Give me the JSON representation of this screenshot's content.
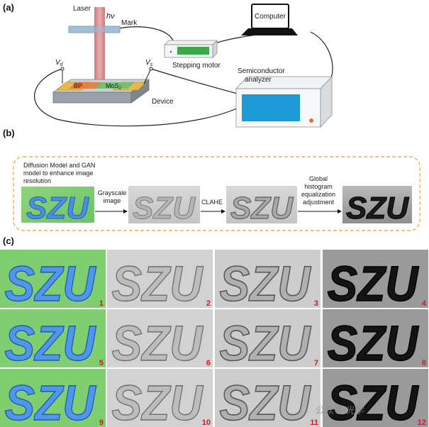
{
  "panels": {
    "a": "(a)",
    "b": "(b)",
    "c": "(c)"
  },
  "setup": {
    "laser": "Laser",
    "hv": "hν",
    "mark": "Mark",
    "computer": "Computer",
    "stepping_motor": "Stepping motor",
    "semiconductor": "Semiconductor",
    "analyzer": "analyzer",
    "device": "Device",
    "vd": "V",
    "vd_sub": "d",
    "vs": "V",
    "vs_sub": "s",
    "bp": "BP",
    "mos2": "MoS",
    "mos2_sub": "2"
  },
  "pipeline": {
    "diffusion_line1": "Diffusion Model and GAN",
    "diffusion_line2": "model to enhance image",
    "diffusion_line3": "resolution",
    "grayscale_line1": "Grayscale",
    "grayscale_line2": "image",
    "clahe": "CLAHE",
    "global_line1": "Global",
    "global_line2": "histogram",
    "global_line3": "equalization",
    "global_line4": "adjustment",
    "image_text": "SZU"
  },
  "grid": {
    "image_text": "SZU",
    "numbers": [
      "1",
      "2",
      "3",
      "4",
      "5",
      "6",
      "7",
      "8",
      "9",
      "10",
      "11",
      "12"
    ]
  },
  "watermark": "公众号·光学",
  "colors": {
    "beam": "#d9888c",
    "mark_plate": "#9fc0d8",
    "motor_screen": "#3da84a",
    "analyzer_screen": "#1e9ad6",
    "analyzer_knob": "#e0702a",
    "dashed_box": "#f0a030",
    "number_red": "#c0202a"
  }
}
